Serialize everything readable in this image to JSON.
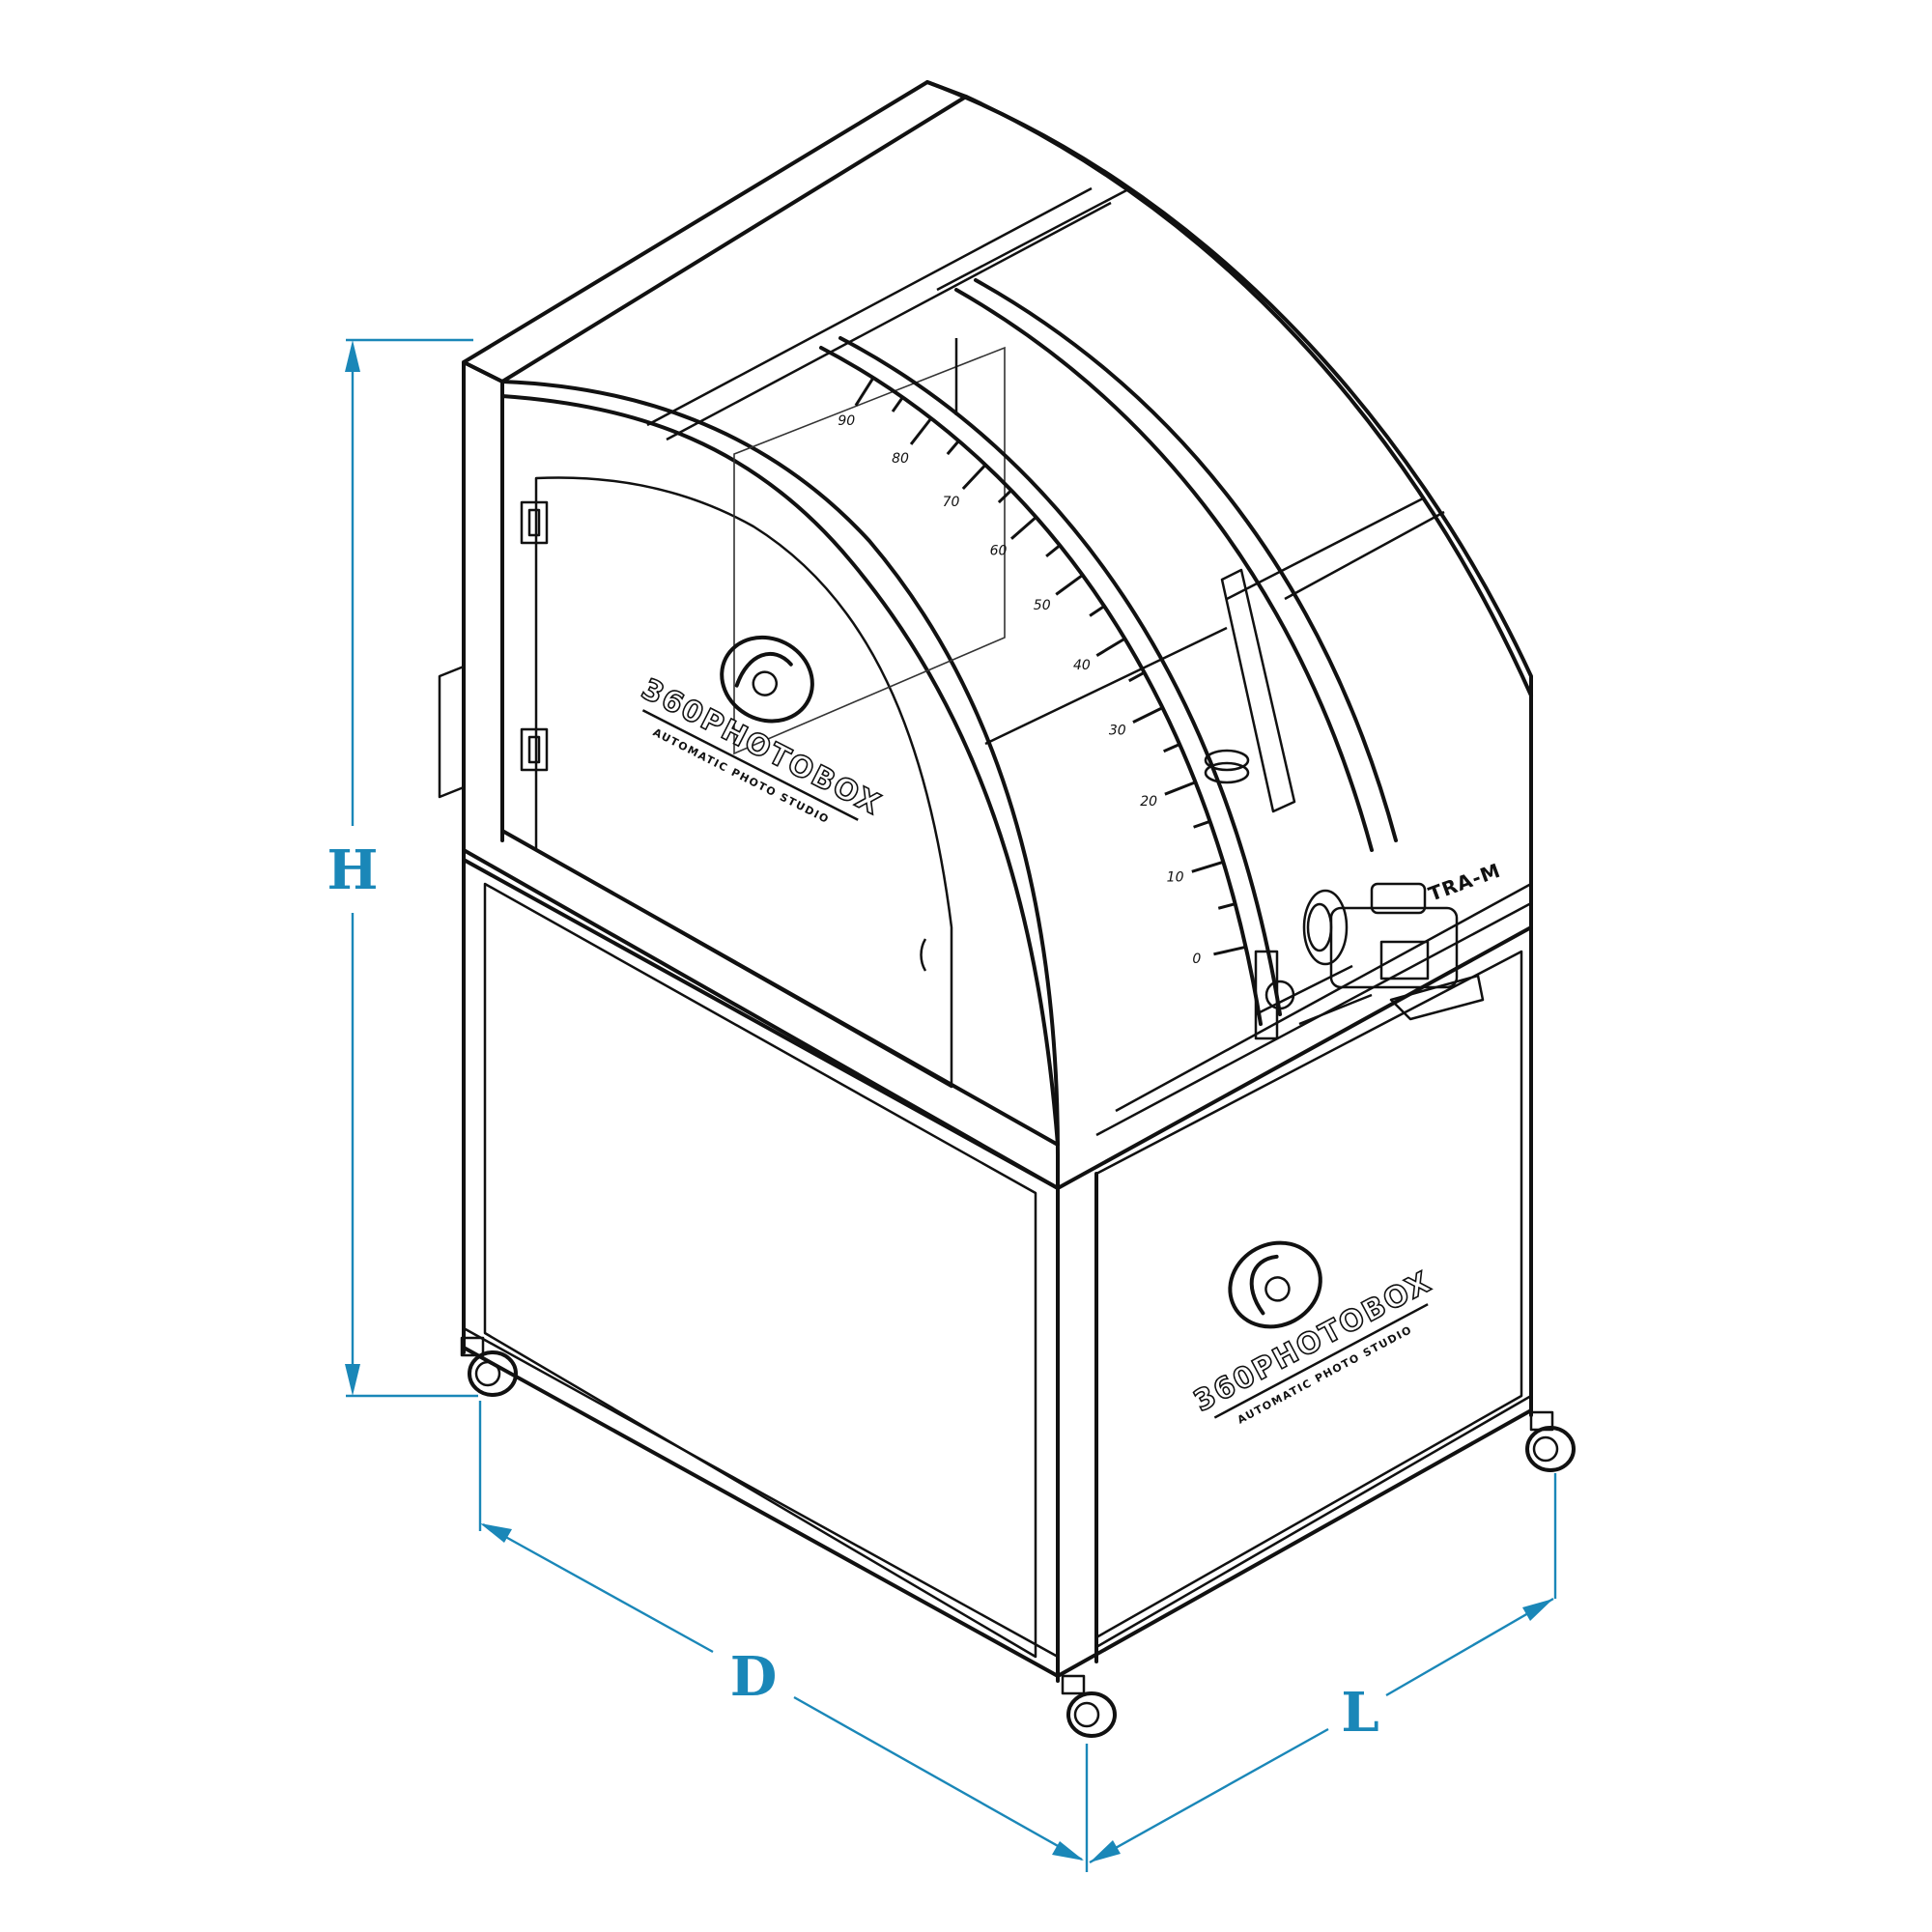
{
  "dimensions": {
    "height_label": "H",
    "depth_label": "D",
    "length_label": "L",
    "dimension_color": "#1a87b8"
  },
  "branding": {
    "brand_name": "360PHOTOBOX",
    "tagline": "AUTOMATIC PHOTO STUDIO",
    "model_fragment": "TRA-M"
  },
  "scale_arc": {
    "tick_labels": [
      "0",
      "10",
      "20",
      "30",
      "40",
      "50",
      "60",
      "70",
      "80",
      "90"
    ]
  },
  "icons": [
    "logo-rotation-icon",
    "camera-icon",
    "hinge-icon",
    "door-handle-icon",
    "caster-wheel-icon"
  ]
}
